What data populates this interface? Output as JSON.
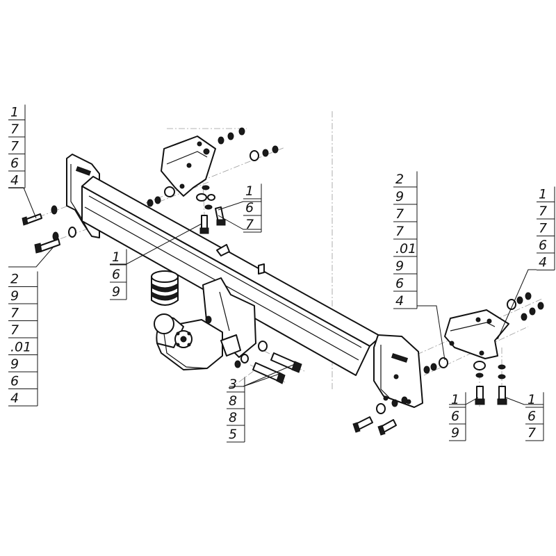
{
  "labels": [
    {
      "id": "top-left",
      "lines": [
        "1",
        "7",
        "7",
        "6",
        "4"
      ]
    },
    {
      "id": "bottom-left",
      "lines": [
        "2",
        "9",
        "7",
        "7",
        ".01",
        "9",
        "6",
        "4"
      ]
    },
    {
      "id": "center-left",
      "lines": [
        "1",
        "6",
        "9"
      ]
    },
    {
      "id": "center-top",
      "lines": [
        "1",
        "6",
        "7"
      ]
    },
    {
      "id": "center-bottom",
      "lines": [
        "3",
        "8",
        "8",
        "5"
      ]
    },
    {
      "id": "right-mid",
      "lines": [
        "2",
        "9",
        "7",
        "7",
        ".01",
        "9",
        "6",
        "4"
      ]
    },
    {
      "id": "far-right",
      "lines": [
        "1",
        "7",
        "7",
        "6",
        "4"
      ]
    },
    {
      "id": "bottom-right-a",
      "lines": [
        "1",
        "6",
        "9"
      ]
    },
    {
      "id": "bottom-right-b",
      "lines": [
        "1",
        "6",
        "7"
      ]
    }
  ]
}
